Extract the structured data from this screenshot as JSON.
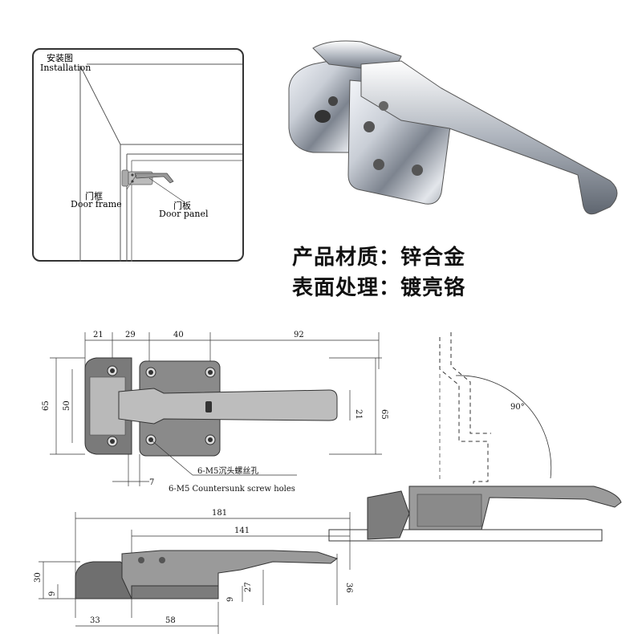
{
  "installation": {
    "title_cn": "安装图",
    "title_en": "Installation",
    "frame_cn": "门框",
    "frame_en": "Door frame",
    "panel_cn": "门板",
    "panel_en": "Door panel"
  },
  "specs": {
    "material": "产品材质：锌合金",
    "finish": "表面处理：镀亮铬"
  },
  "top_view": {
    "dims_top": [
      "21",
      "29",
      "40",
      "92"
    ],
    "dim_left_outer": "65",
    "dim_left_inner": "50",
    "dim_right_inner": "21",
    "dim_right_outer": "65",
    "dim_bottom": "7",
    "holes_cn": "6-M5沉头螺丝孔",
    "holes_en": "6-M5 Countersunk screw holes"
  },
  "side_view": {
    "dim_181": "181",
    "dim_141": "141",
    "dim_30": "30",
    "dim_9a": "9",
    "dim_9b": "9",
    "dim_27": "27",
    "dim_36": "36",
    "dim_33": "33",
    "dim_58": "58"
  },
  "rotation": {
    "angle": "90°"
  },
  "colors": {
    "metal_dark": "#4a4a4a",
    "metal_mid": "#8c8c8c",
    "metal_light": "#d9d9d9",
    "chrome_highlight": "#f4f6fa"
  }
}
